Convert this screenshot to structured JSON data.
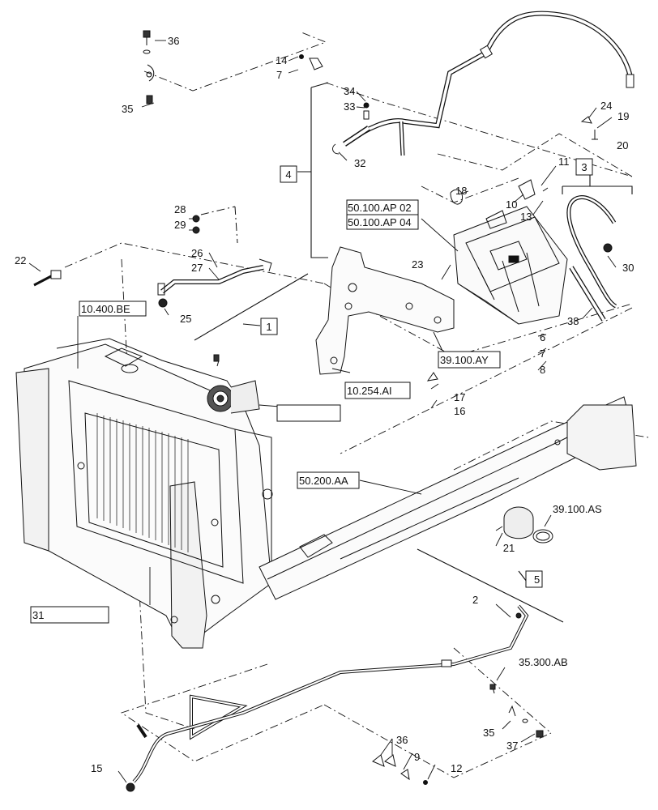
{
  "callouts": [
    "36",
    "14",
    "7",
    "35",
    "34",
    "33",
    "24",
    "19",
    "32",
    "20",
    "4",
    "11",
    "18",
    "10",
    "13",
    "3",
    "50.100.AP 02",
    "50.100.AP 04",
    "28",
    "29",
    "22",
    "26",
    "23",
    "30",
    "27",
    "25",
    "1",
    "38",
    "10.400.BE",
    "6",
    "7",
    "8",
    "39.100.AY",
    "10.254.AI",
    "17",
    "16",
    "50.200.AA",
    "39.100.AS",
    "21",
    "5",
    "2",
    "31",
    "35.300.AB",
    "35",
    "37",
    "36",
    "9",
    "12",
    "15",
    "30"
  ]
}
